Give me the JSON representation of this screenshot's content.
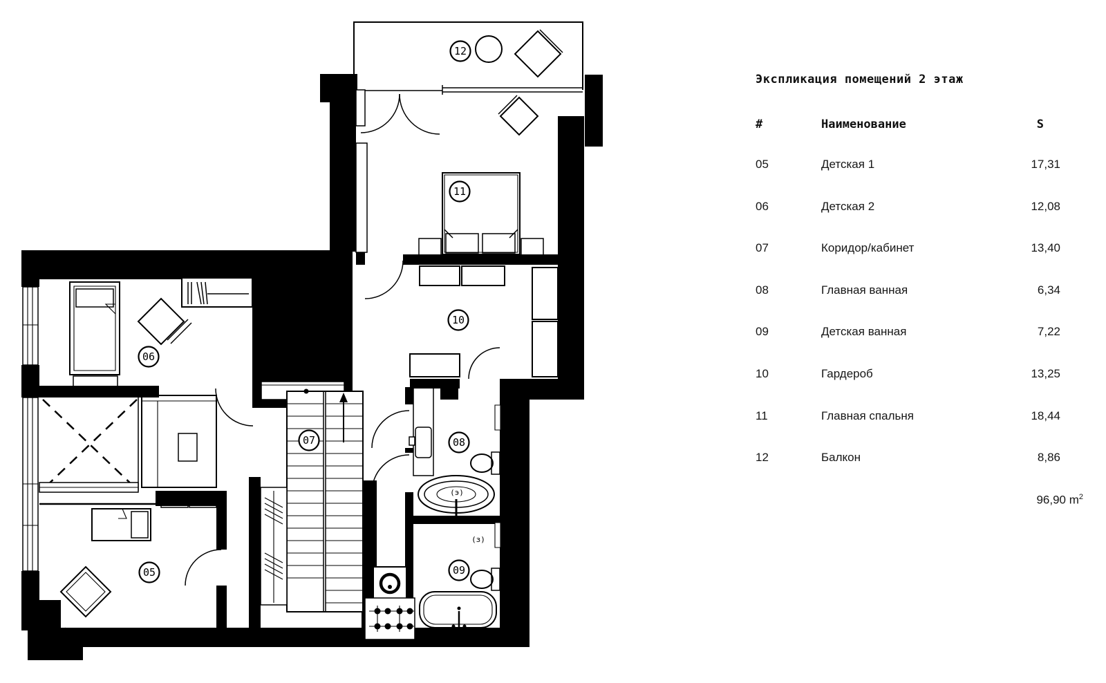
{
  "title": "Экспликация помещений 2 этаж",
  "table": {
    "col_num": "#",
    "col_name": "Наименование",
    "col_area": "S",
    "rows": [
      {
        "num": "05",
        "name": "Детская 1",
        "area": "17,31"
      },
      {
        "num": "06",
        "name": "Детская 2",
        "area": "12,08"
      },
      {
        "num": "07",
        "name": "Коридор/кабинет",
        "area": "13,40"
      },
      {
        "num": "08",
        "name": "Главная ванная",
        "area": "6,34"
      },
      {
        "num": "09",
        "name": "Детская ванная",
        "area": "7,22"
      },
      {
        "num": "10",
        "name": "Гардероб",
        "area": "13,25"
      },
      {
        "num": "11",
        "name": "Главная спальня",
        "area": "18,44"
      },
      {
        "num": "12",
        "name": "Балкон",
        "area": "8,86"
      }
    ],
    "total_value": "96,90 m",
    "total_sup": "2"
  },
  "plan": {
    "ink": "#000000",
    "paper": "#ffffff",
    "room_labels": {
      "r05": "05",
      "r06": "06",
      "r07": "07",
      "r08": "08",
      "r09": "09",
      "r10": "10",
      "r11": "11",
      "r12": "12"
    },
    "annotations": {
      "drain_08": "(э)",
      "drain_09": "(з)"
    }
  }
}
